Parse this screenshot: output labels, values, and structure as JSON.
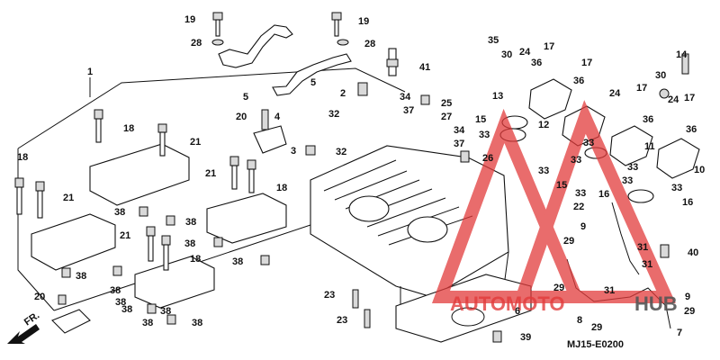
{
  "diagram": {
    "code": "MJ15-E0200",
    "direction_label": "FR.",
    "watermark": {
      "brand_a": "AUTOMOTO",
      "brand_b": "HUB",
      "color": "#e23b3b"
    },
    "callouts": [
      "1",
      "2",
      "3",
      "4",
      "5",
      "5",
      "6",
      "7",
      "8",
      "9",
      "9",
      "10",
      "11",
      "12",
      "13",
      "14",
      "15",
      "15",
      "16",
      "16",
      "17",
      "17",
      "17",
      "17",
      "18",
      "18",
      "18",
      "18",
      "19",
      "19",
      "20",
      "20",
      "21",
      "21",
      "21",
      "21",
      "22",
      "23",
      "23",
      "24",
      "24",
      "24",
      "25",
      "26",
      "27",
      "28",
      "28",
      "29",
      "29",
      "29",
      "29",
      "30",
      "30",
      "31",
      "31",
      "31",
      "32",
      "32",
      "33",
      "33",
      "33",
      "33",
      "33",
      "33",
      "33",
      "33",
      "34",
      "34",
      "35",
      "36",
      "36",
      "36",
      "36",
      "37",
      "37",
      "38",
      "38",
      "38",
      "38",
      "38",
      "38",
      "38",
      "38",
      "38",
      "38",
      "38",
      "39",
      "40",
      "41"
    ]
  }
}
